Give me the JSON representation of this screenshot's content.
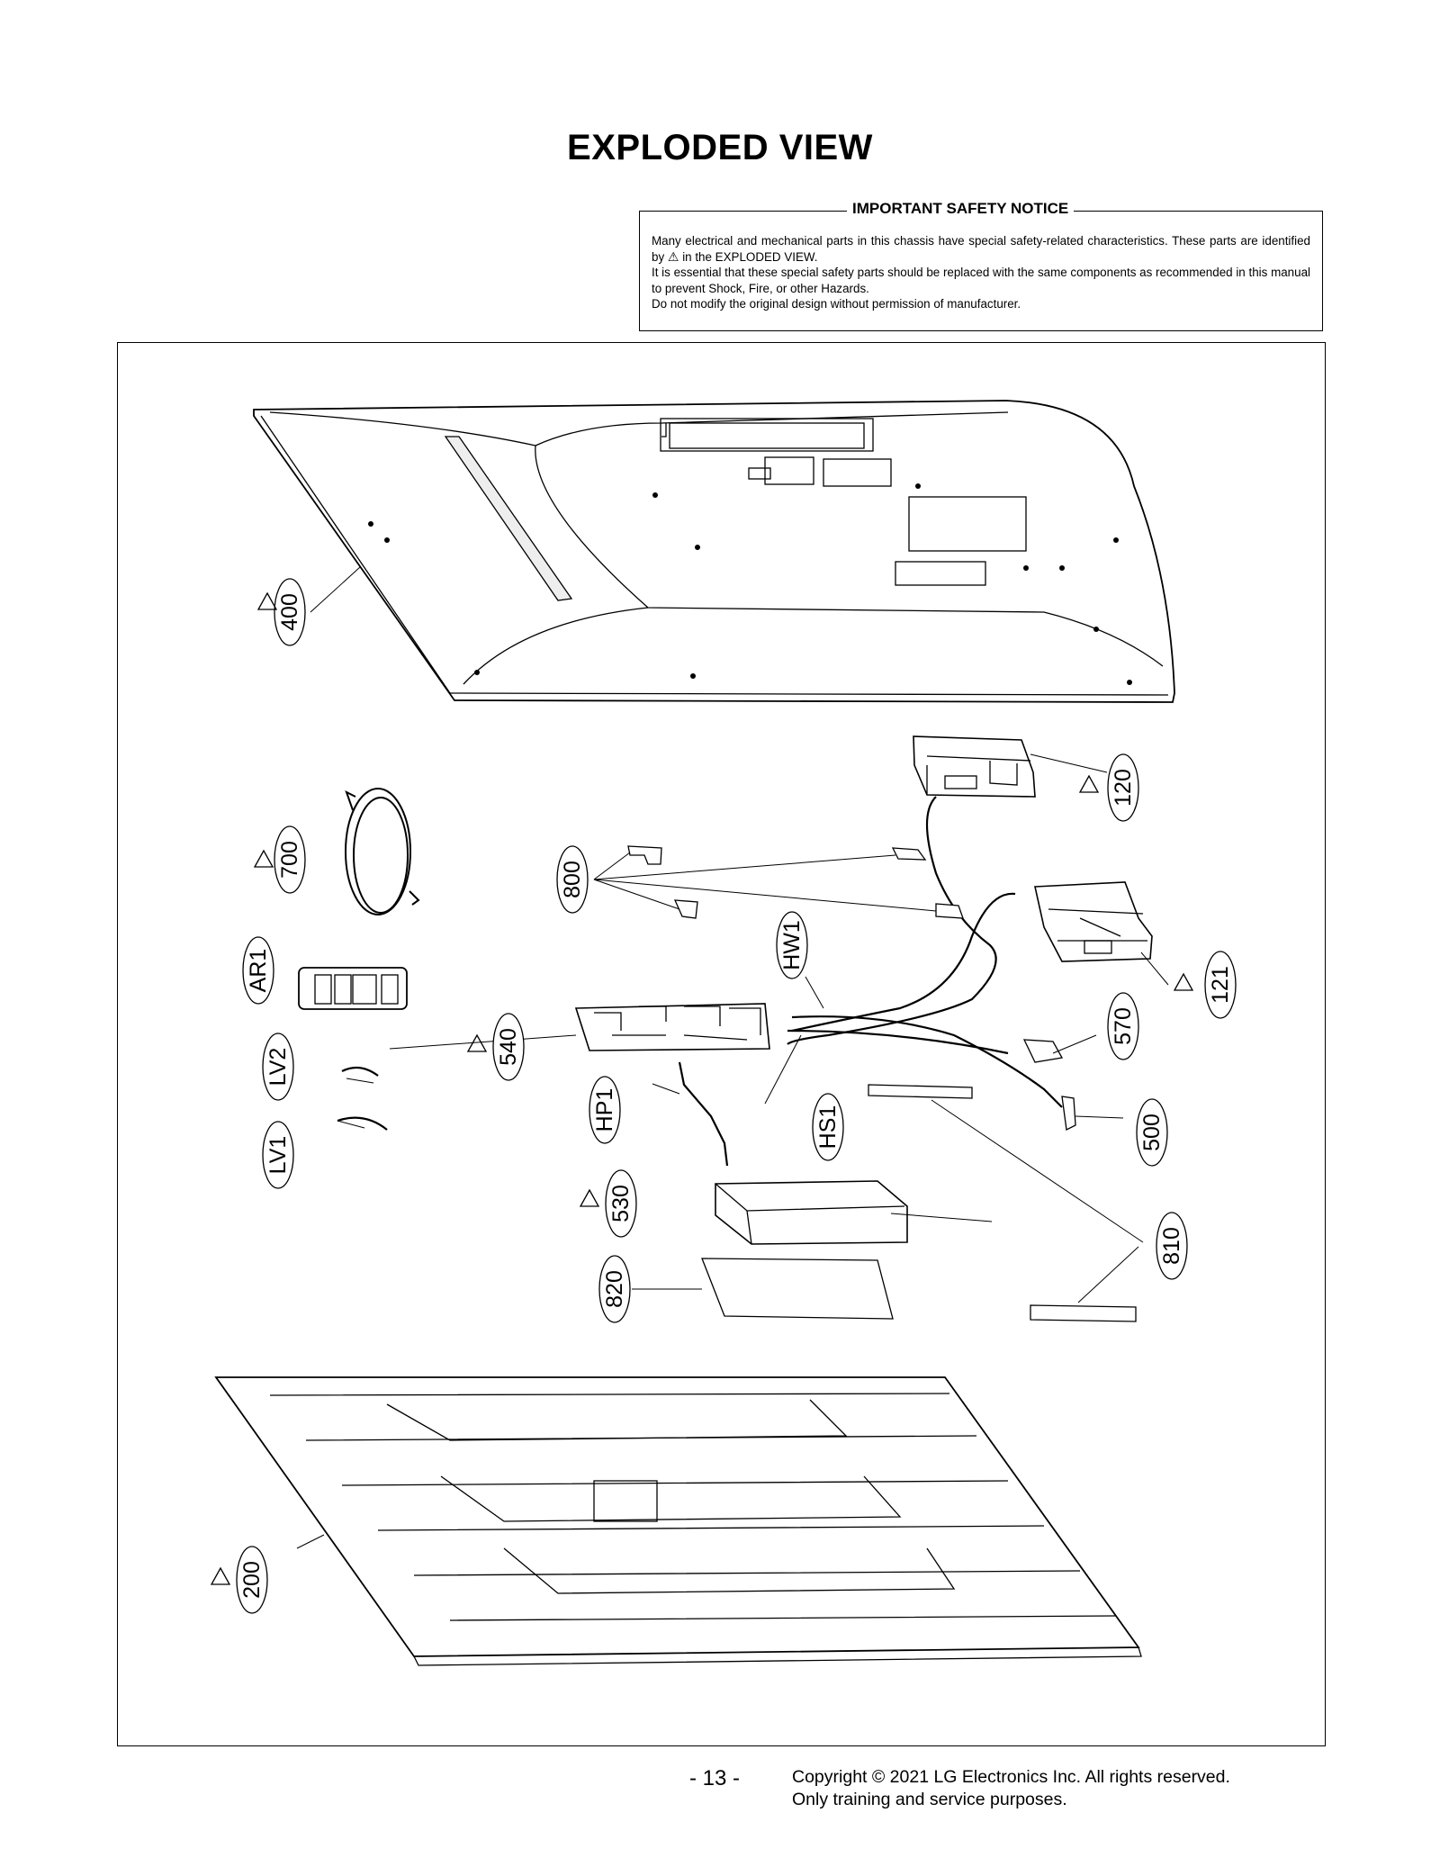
{
  "page": {
    "title": "EXPLODED VIEW",
    "page_number": "- 13 -",
    "copyright_line1": "Copyright © 2021 LG Electronics Inc. All rights reserved.",
    "copyright_line2": "Only training and service purposes."
  },
  "notice": {
    "title": "IMPORTANT SAFETY NOTICE",
    "line1": "Many electrical and mechanical parts in this chassis have special safety-related characteristics. These parts are identified by",
    "line1_tail": "in the EXPLODED VIEW.",
    "line2": "It is essential that these special safety parts should be replaced with the same components as recommended in this manual to prevent Shock, Fire, or other Hazards.",
    "line3": "Do not modify the original design without permission of manufacturer.",
    "warning_symbol": "⚠"
  },
  "parts": {
    "p400": "400",
    "p120": "120",
    "p700": "700",
    "p800": "800",
    "p121": "121",
    "pAR1": "AR1",
    "pHW1": "HW1",
    "p540": "540",
    "p570": "570",
    "pLV2": "LV2",
    "pHP1": "HP1",
    "pHS1": "HS1",
    "p500": "500",
    "pLV1": "LV1",
    "p530": "530",
    "p810": "810",
    "p820": "820",
    "p200": "200"
  }
}
